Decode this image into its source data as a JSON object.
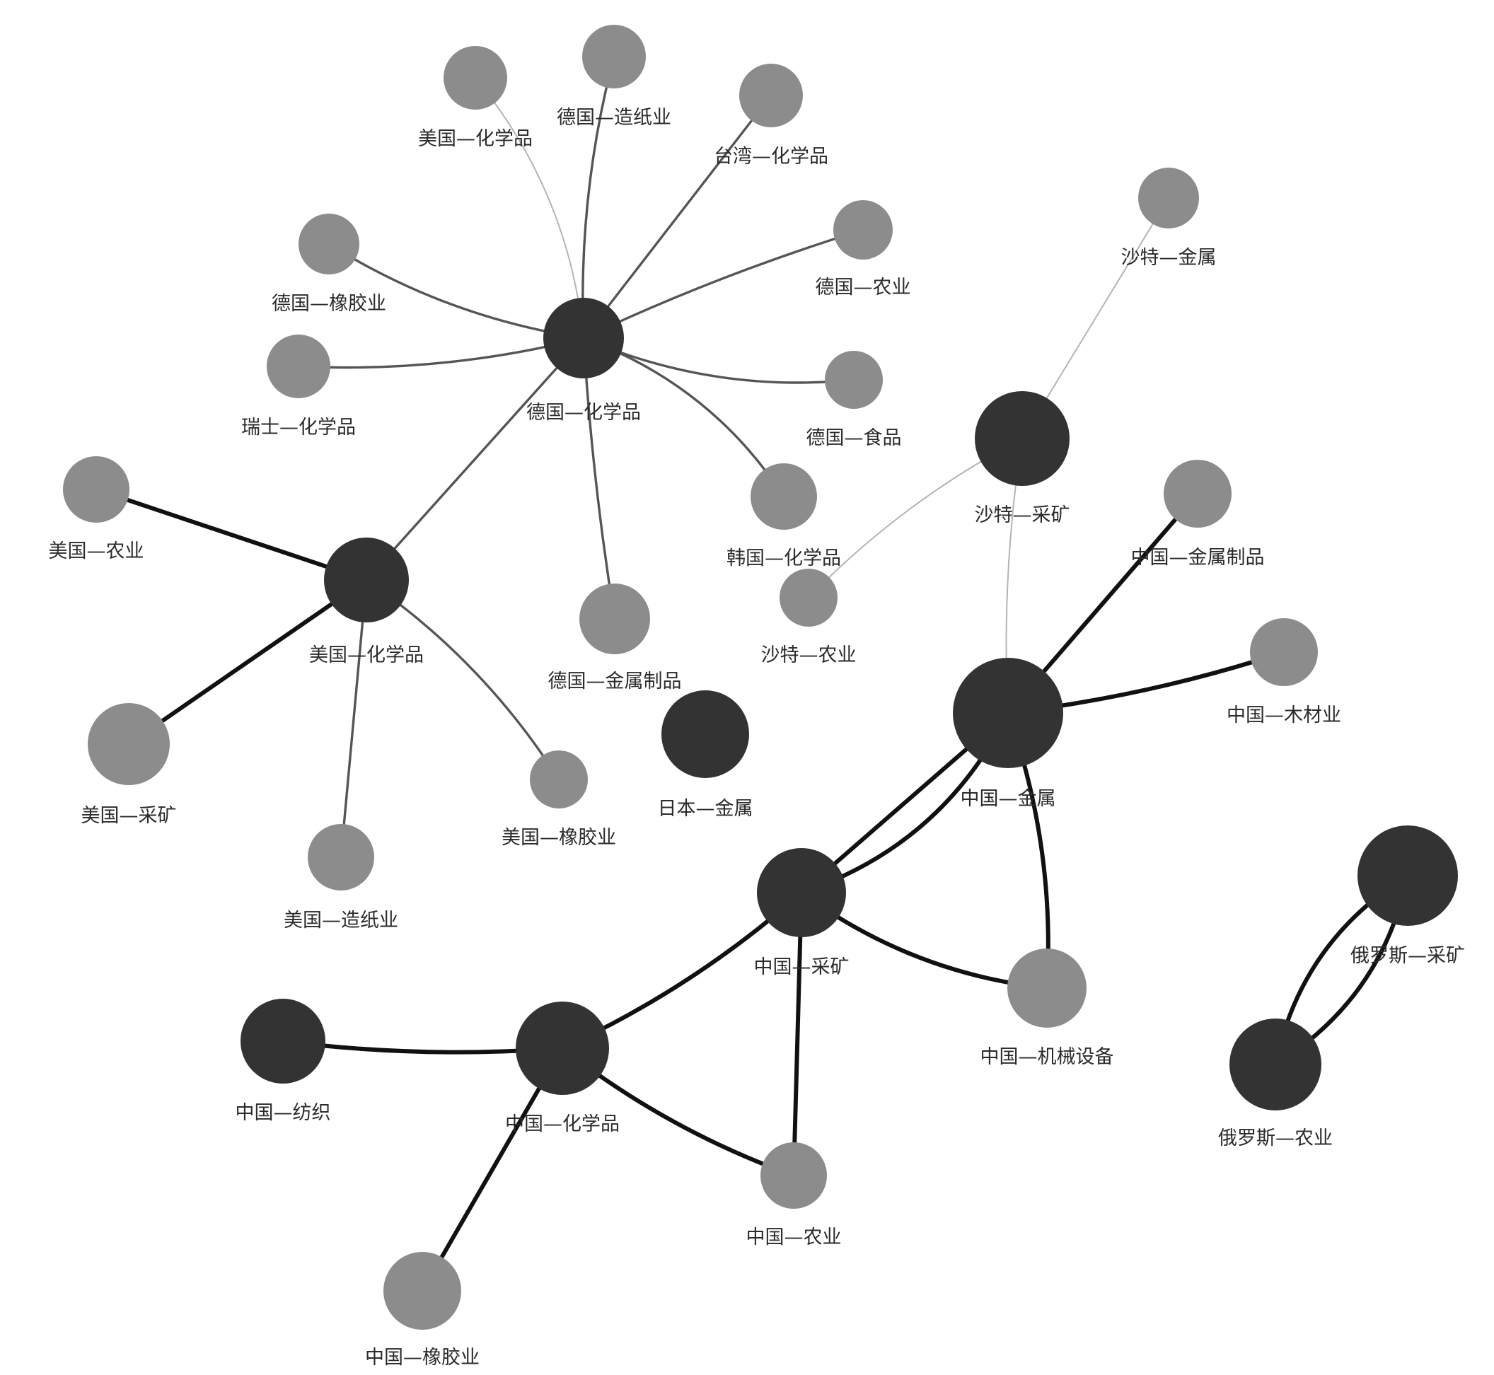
{
  "colors": {
    "core_node": "#333333",
    "peripheral_node": "#8c8c8c",
    "edge_strong": "#111111",
    "edge_medium": "#555555",
    "edge_weak": "#b4b4b4"
  },
  "nodes": [
    {
      "id": "de_chem",
      "label": "德国—化学品",
      "type": "core"
    },
    {
      "id": "us_chem",
      "label": "美国—化学品",
      "type": "peripheral"
    },
    {
      "id": "de_paper",
      "label": "德国—造纸业",
      "type": "peripheral"
    },
    {
      "id": "tw_chem",
      "label": "台湾—化学品",
      "type": "peripheral"
    },
    {
      "id": "de_rubber",
      "label": "德国—橡胶业",
      "type": "peripheral"
    },
    {
      "id": "ch_chem",
      "label": "瑞士—化学品",
      "type": "peripheral"
    },
    {
      "id": "de_agri",
      "label": "德国—农业",
      "type": "peripheral"
    },
    {
      "id": "de_food",
      "label": "德国—食品",
      "type": "peripheral"
    },
    {
      "id": "kr_chem",
      "label": "韩国—化学品",
      "type": "peripheral"
    },
    {
      "id": "de_metal_prod",
      "label": "德国—金属制品",
      "type": "peripheral"
    },
    {
      "id": "us_chem_core",
      "label": "美国—化学品",
      "type": "core"
    },
    {
      "id": "us_agri",
      "label": "美国—农业",
      "type": "peripheral"
    },
    {
      "id": "us_mining",
      "label": "美国—采矿",
      "type": "peripheral"
    },
    {
      "id": "us_paper",
      "label": "美国—造纸业",
      "type": "peripheral"
    },
    {
      "id": "us_rubber",
      "label": "美国—橡胶业",
      "type": "peripheral"
    },
    {
      "id": "sa_metal",
      "label": "沙特—金属",
      "type": "peripheral"
    },
    {
      "id": "sa_mining",
      "label": "沙特—采矿",
      "type": "core"
    },
    {
      "id": "sa_agri",
      "label": "沙特—农业",
      "type": "peripheral"
    },
    {
      "id": "cn_metal_prod",
      "label": "中国—金属制品",
      "type": "peripheral"
    },
    {
      "id": "cn_wood",
      "label": "中国—木材业",
      "type": "peripheral"
    },
    {
      "id": "cn_metal",
      "label": "中国—金属",
      "type": "core"
    },
    {
      "id": "jp_metal",
      "label": "日本—金属",
      "type": "core"
    },
    {
      "id": "cn_mining",
      "label": "中国—采矿",
      "type": "core"
    },
    {
      "id": "cn_machinery",
      "label": "中国—机械设备",
      "type": "peripheral"
    },
    {
      "id": "cn_textile",
      "label": "中国—纺织",
      "type": "core"
    },
    {
      "id": "cn_chem",
      "label": "中国—化学品",
      "type": "core"
    },
    {
      "id": "cn_agri",
      "label": "中国—农业",
      "type": "peripheral"
    },
    {
      "id": "cn_rubber",
      "label": "中国—橡胶业",
      "type": "peripheral"
    },
    {
      "id": "ru_mining",
      "label": "俄罗斯—采矿",
      "type": "core"
    },
    {
      "id": "ru_agri",
      "label": "俄罗斯—农业",
      "type": "core"
    }
  ],
  "edges": [
    {
      "source": "de_chem",
      "target": "us_chem",
      "weight": "weak"
    },
    {
      "source": "de_chem",
      "target": "de_paper",
      "weight": "medium"
    },
    {
      "source": "de_chem",
      "target": "tw_chem",
      "weight": "medium"
    },
    {
      "source": "de_chem",
      "target": "de_agri",
      "weight": "medium"
    },
    {
      "source": "de_chem",
      "target": "de_rubber",
      "weight": "medium"
    },
    {
      "source": "de_chem",
      "target": "ch_chem",
      "weight": "medium"
    },
    {
      "source": "de_chem",
      "target": "de_food",
      "weight": "medium"
    },
    {
      "source": "de_chem",
      "target": "kr_chem",
      "weight": "medium"
    },
    {
      "source": "de_chem",
      "target": "de_metal_prod",
      "weight": "medium"
    },
    {
      "source": "de_chem",
      "target": "us_chem_core",
      "weight": "medium"
    },
    {
      "source": "us_chem_core",
      "target": "us_agri",
      "weight": "strong"
    },
    {
      "source": "us_chem_core",
      "target": "us_mining",
      "weight": "strong"
    },
    {
      "source": "us_chem_core",
      "target": "us_paper",
      "weight": "medium"
    },
    {
      "source": "us_chem_core",
      "target": "us_rubber",
      "weight": "medium"
    },
    {
      "source": "sa_mining",
      "target": "sa_metal",
      "weight": "weak"
    },
    {
      "source": "sa_mining",
      "target": "sa_agri",
      "weight": "weak"
    },
    {
      "source": "sa_mining",
      "target": "cn_metal",
      "weight": "weak"
    },
    {
      "source": "cn_metal",
      "target": "cn_metal_prod",
      "weight": "strong"
    },
    {
      "source": "cn_metal",
      "target": "cn_wood",
      "weight": "strong"
    },
    {
      "source": "cn_metal",
      "target": "cn_mining",
      "weight": "strong"
    },
    {
      "source": "cn_mining",
      "target": "cn_metal",
      "weight": "strong"
    },
    {
      "source": "cn_metal",
      "target": "cn_machinery",
      "weight": "strong"
    },
    {
      "source": "cn_mining",
      "target": "cn_machinery",
      "weight": "strong"
    },
    {
      "source": "cn_mining",
      "target": "cn_agri",
      "weight": "strong"
    },
    {
      "source": "cn_mining",
      "target": "cn_chem",
      "weight": "strong"
    },
    {
      "source": "cn_chem",
      "target": "cn_textile",
      "weight": "strong"
    },
    {
      "source": "cn_chem",
      "target": "cn_agri",
      "weight": "strong"
    },
    {
      "source": "cn_chem",
      "target": "cn_rubber",
      "weight": "strong"
    },
    {
      "source": "ru_mining",
      "target": "ru_agri",
      "weight": "strong"
    },
    {
      "source": "ru_agri",
      "target": "ru_mining",
      "weight": "strong"
    }
  ]
}
